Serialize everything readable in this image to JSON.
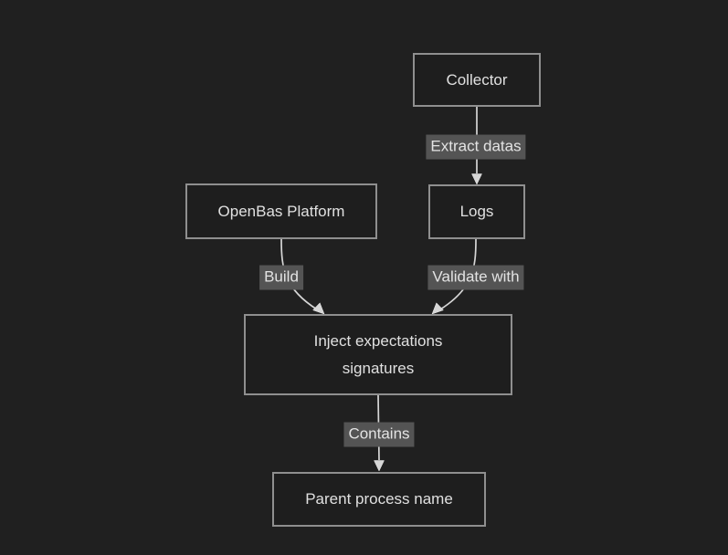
{
  "diagram": {
    "type": "flowchart",
    "direction": "top-down",
    "nodes": [
      {
        "id": "collector",
        "label": "Collector"
      },
      {
        "id": "openbas_platform",
        "label": "OpenBas Platform"
      },
      {
        "id": "logs",
        "label": "Logs"
      },
      {
        "id": "inject_expectations_signatures",
        "label": "Inject expectations signatures"
      },
      {
        "id": "parent_process_name",
        "label": "Parent process name"
      }
    ],
    "edges": [
      {
        "from": "collector",
        "to": "logs",
        "label": "Extract datas"
      },
      {
        "from": "openbas_platform",
        "to": "inject_expectations_signatures",
        "label": "Build"
      },
      {
        "from": "logs",
        "to": "inject_expectations_signatures",
        "label": "Validate with"
      },
      {
        "from": "inject_expectations_signatures",
        "to": "parent_process_name",
        "label": "Contains"
      }
    ],
    "colors": {
      "background": "#202020",
      "node_fill": "#1e1e1e",
      "node_border": "#8f8f8f",
      "node_text": "#e0e0e0",
      "edge_line": "#d6d6d6",
      "edge_label_bg": "#545454",
      "edge_label_text": "#e3e3e3"
    }
  }
}
